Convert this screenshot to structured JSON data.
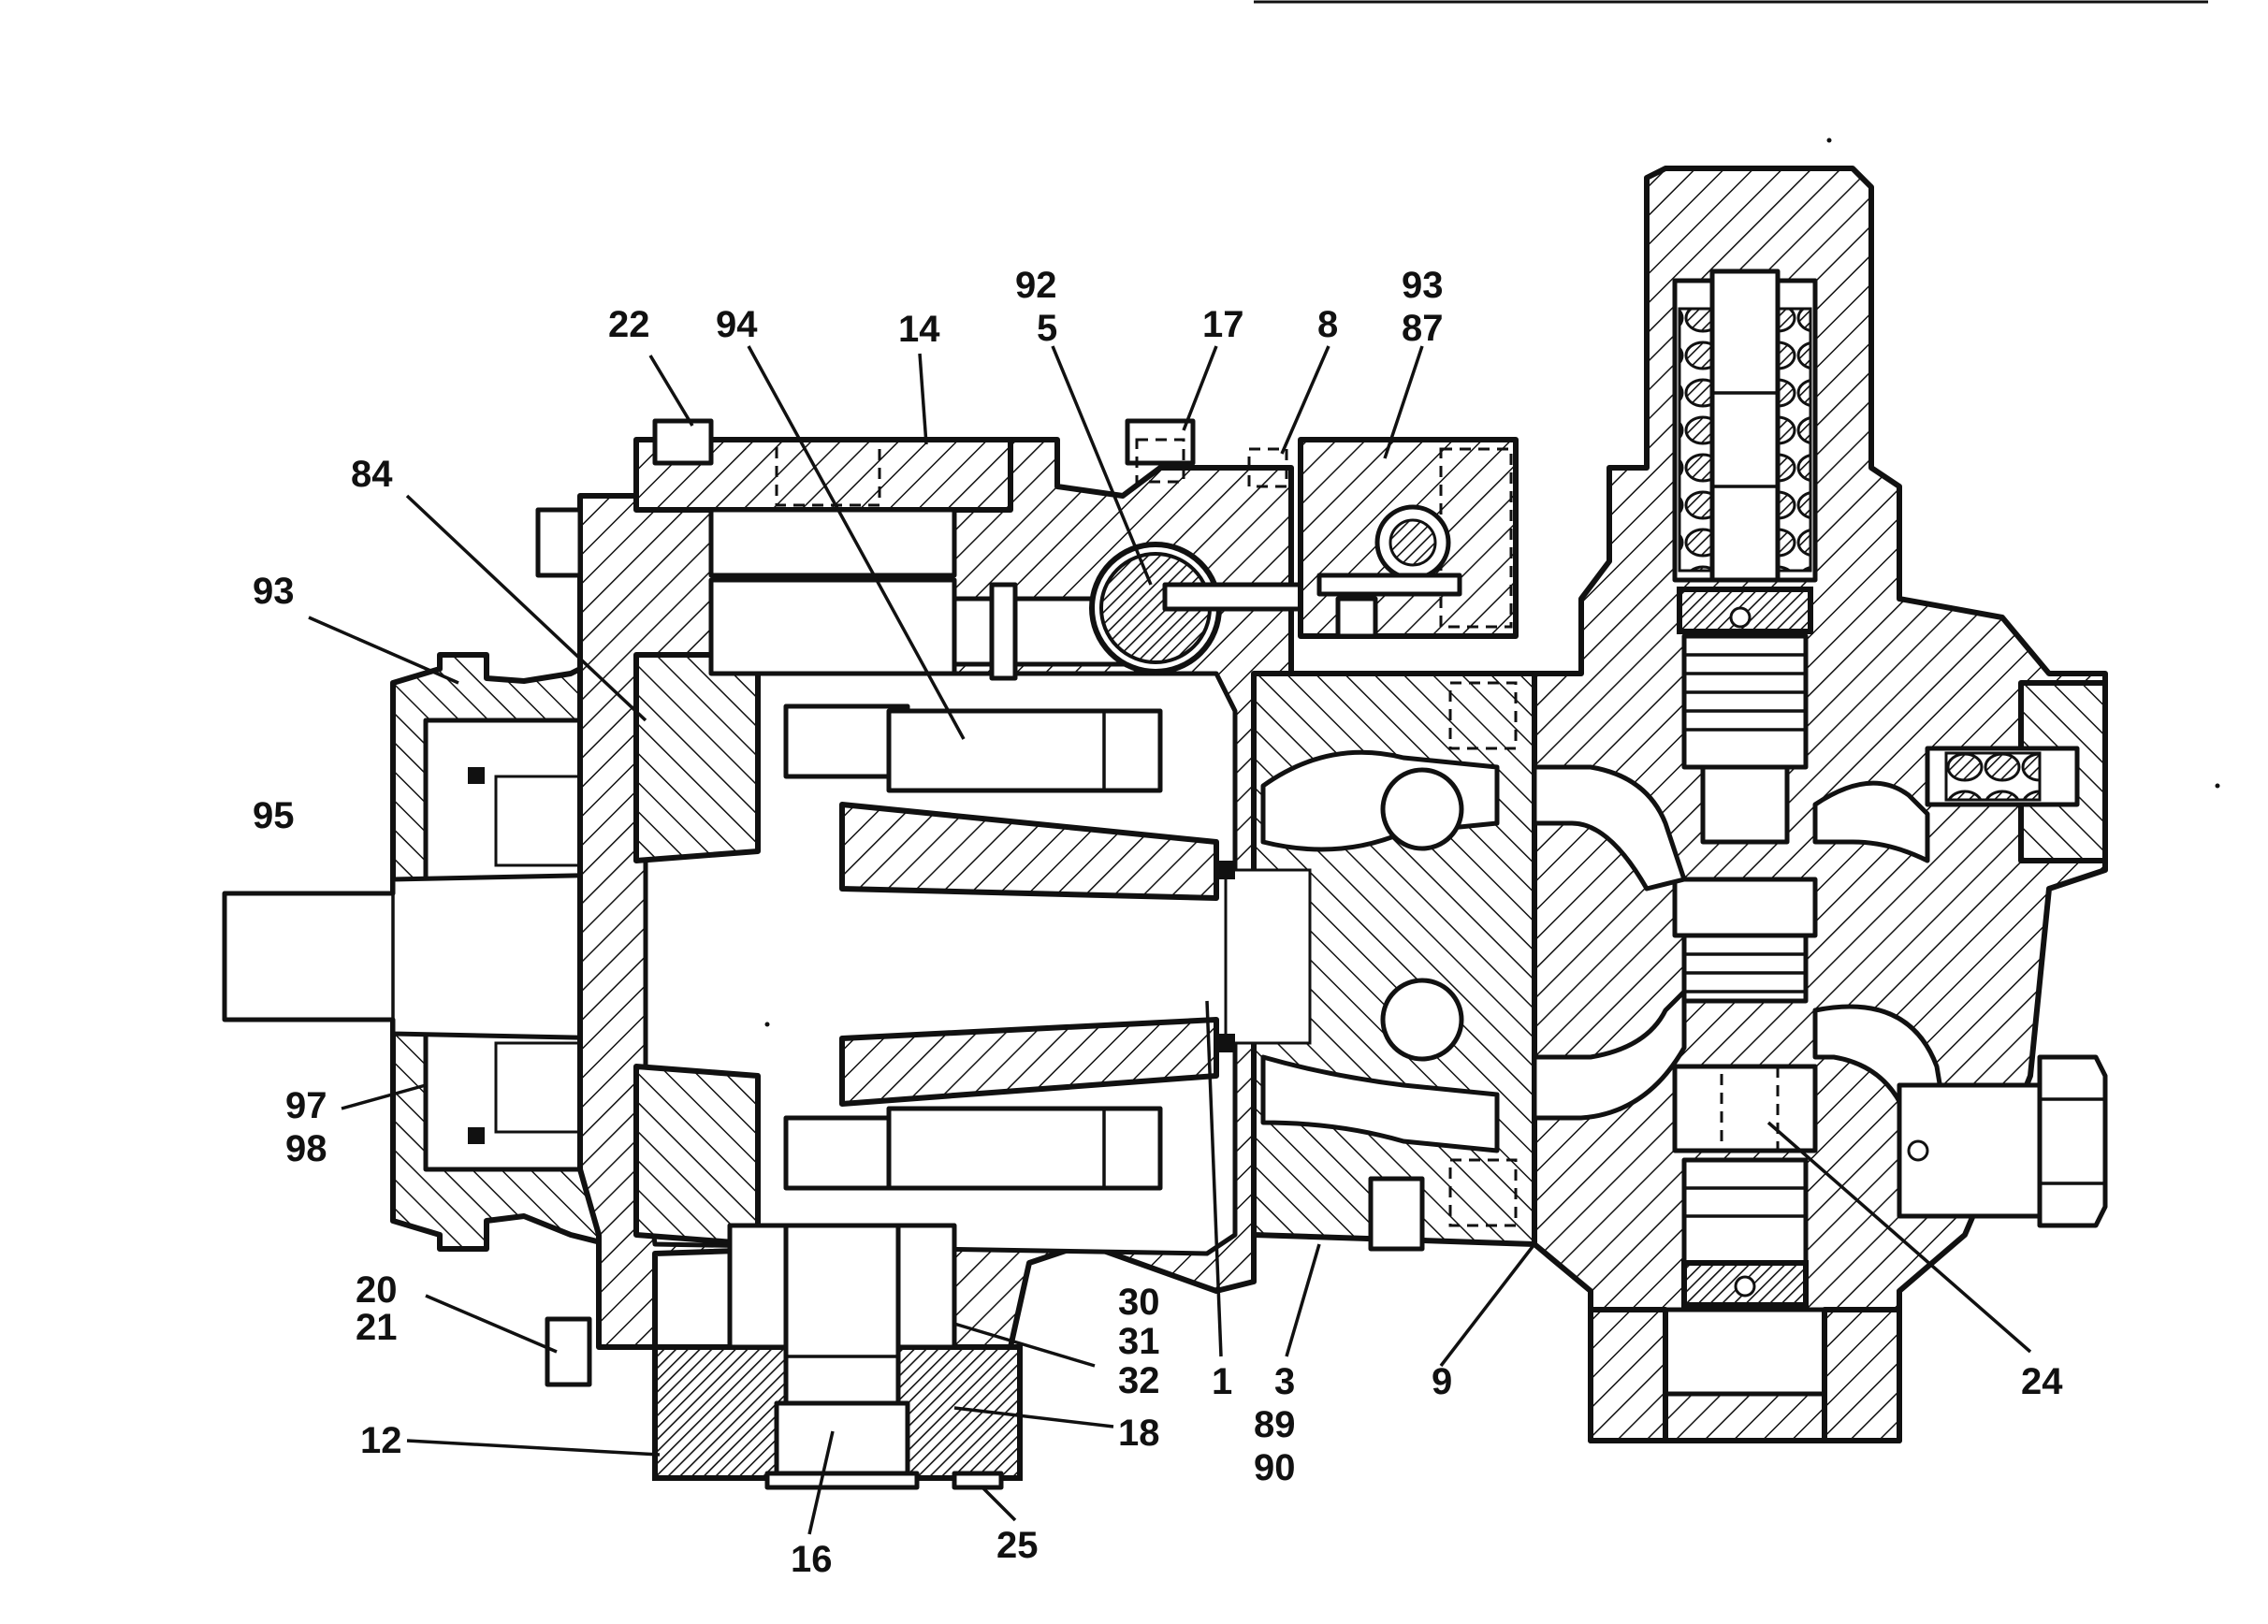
{
  "figure": {
    "callouts": [
      {
        "id": "c22",
        "lines": [
          "22"
        ]
      },
      {
        "id": "c94",
        "lines": [
          "94"
        ]
      },
      {
        "id": "c14",
        "lines": [
          "14"
        ]
      },
      {
        "id": "c92-5",
        "lines": [
          "92",
          "5"
        ]
      },
      {
        "id": "c17",
        "lines": [
          "17"
        ]
      },
      {
        "id": "c8",
        "lines": [
          "8"
        ]
      },
      {
        "id": "c93-87",
        "lines": [
          "93",
          "87"
        ]
      },
      {
        "id": "c84",
        "lines": [
          "84"
        ]
      },
      {
        "id": "c93",
        "lines": [
          "93"
        ]
      },
      {
        "id": "c95",
        "lines": [
          "95"
        ]
      },
      {
        "id": "c97-98",
        "lines": [
          "97",
          "98"
        ]
      },
      {
        "id": "c20-21",
        "lines": [
          "20",
          "21"
        ]
      },
      {
        "id": "c12",
        "lines": [
          "12"
        ]
      },
      {
        "id": "c16",
        "lines": [
          "16"
        ]
      },
      {
        "id": "c25",
        "lines": [
          "25"
        ]
      },
      {
        "id": "c18",
        "lines": [
          "18"
        ]
      },
      {
        "id": "c30-31-32",
        "lines": [
          "30",
          "31",
          "32"
        ]
      },
      {
        "id": "c1",
        "lines": [
          "1"
        ]
      },
      {
        "id": "c3-89-90",
        "lines": [
          "3",
          "89",
          "90"
        ]
      },
      {
        "id": "c9",
        "lines": [
          "9"
        ]
      },
      {
        "id": "c24",
        "lines": [
          "24"
        ]
      }
    ]
  }
}
